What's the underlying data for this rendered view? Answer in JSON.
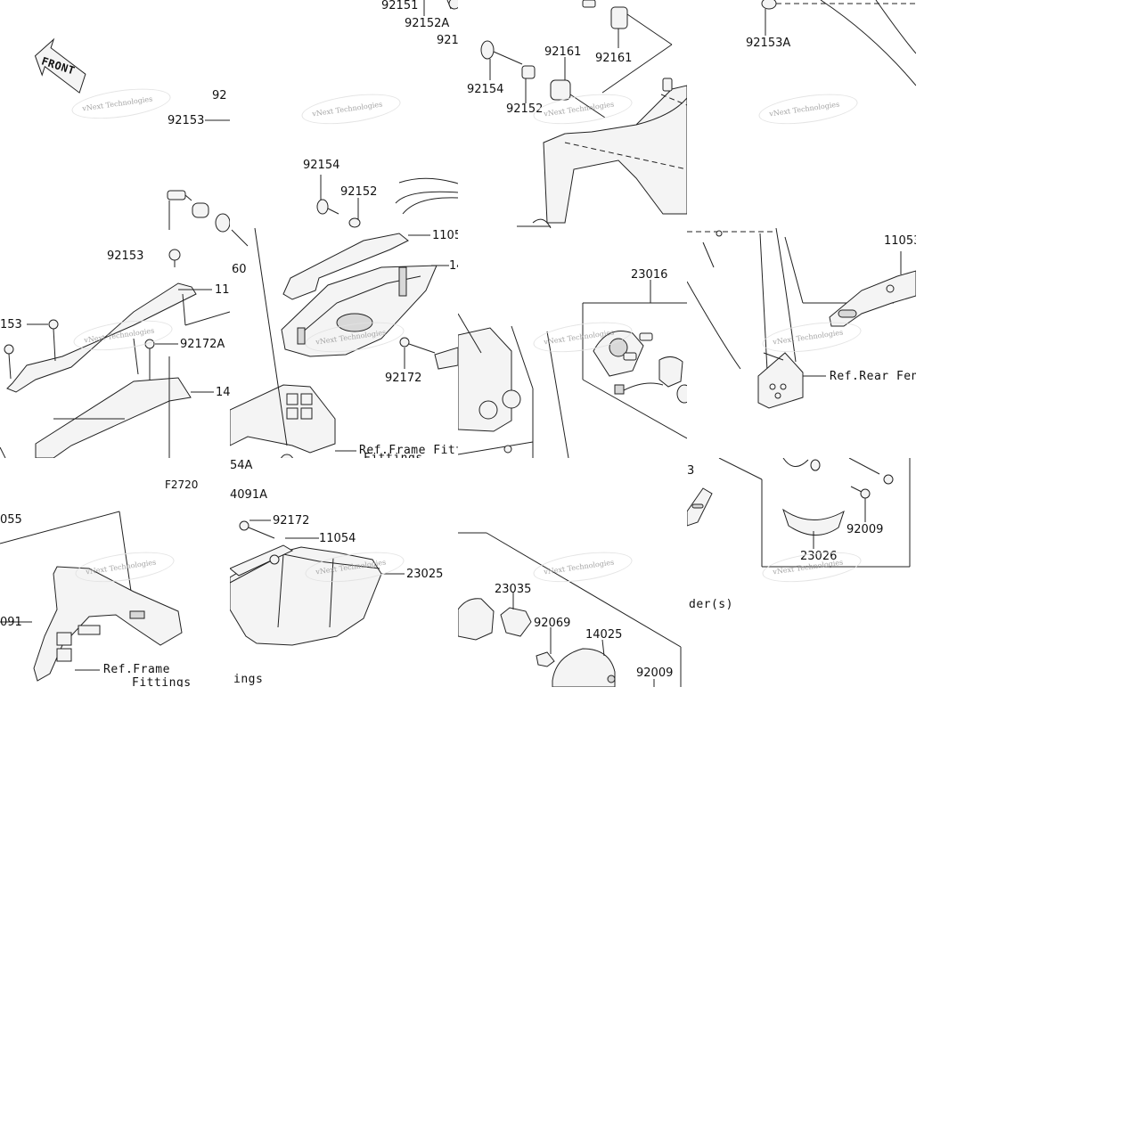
{
  "diagram": {
    "front_label": "FRONT",
    "figure_code": "F2720",
    "watermark": "vNext Technologies",
    "part_numbers": {
      "p92151": "92151",
      "p92152A": "92152A",
      "p921": "921",
      "p92161a": "92161",
      "p92161b": "92161",
      "p92153A": "92153A",
      "p92154a": "92154",
      "p92152a": "92152",
      "p92": "92",
      "p92153a": "92153",
      "p92154b": "92154",
      "p92152b": "92152",
      "p1105": "1105",
      "p92153b": "92153",
      "p11a": "11",
      "p14a": "14",
      "p60": "60",
      "p153": "153",
      "p92172Aa": "92172A",
      "p14b": "14",
      "p92172a": "92172",
      "p23016": "23016",
      "p11053": "11053",
      "p54A": "54A",
      "p4091A": "4091A",
      "p3": "3",
      "p055": "055",
      "p091": "091",
      "p92172b": "92172",
      "p11054": "11054",
      "p23025": "23025",
      "p23035": "23035",
      "p92069": "92069",
      "p14025": "14025",
      "p92009a": "92009",
      "p92009b": "92009",
      "p23026": "23026"
    },
    "refs": {
      "frame_fitt": "Ref.Frame Fitt",
      "fittings_partial": "Fittings",
      "rear_fen": "Ref.Rear Fen",
      "frame": "Ref.Frame",
      "fittings": "Fittings",
      "ings": "ings",
      "der_s": "der(s)"
    }
  }
}
